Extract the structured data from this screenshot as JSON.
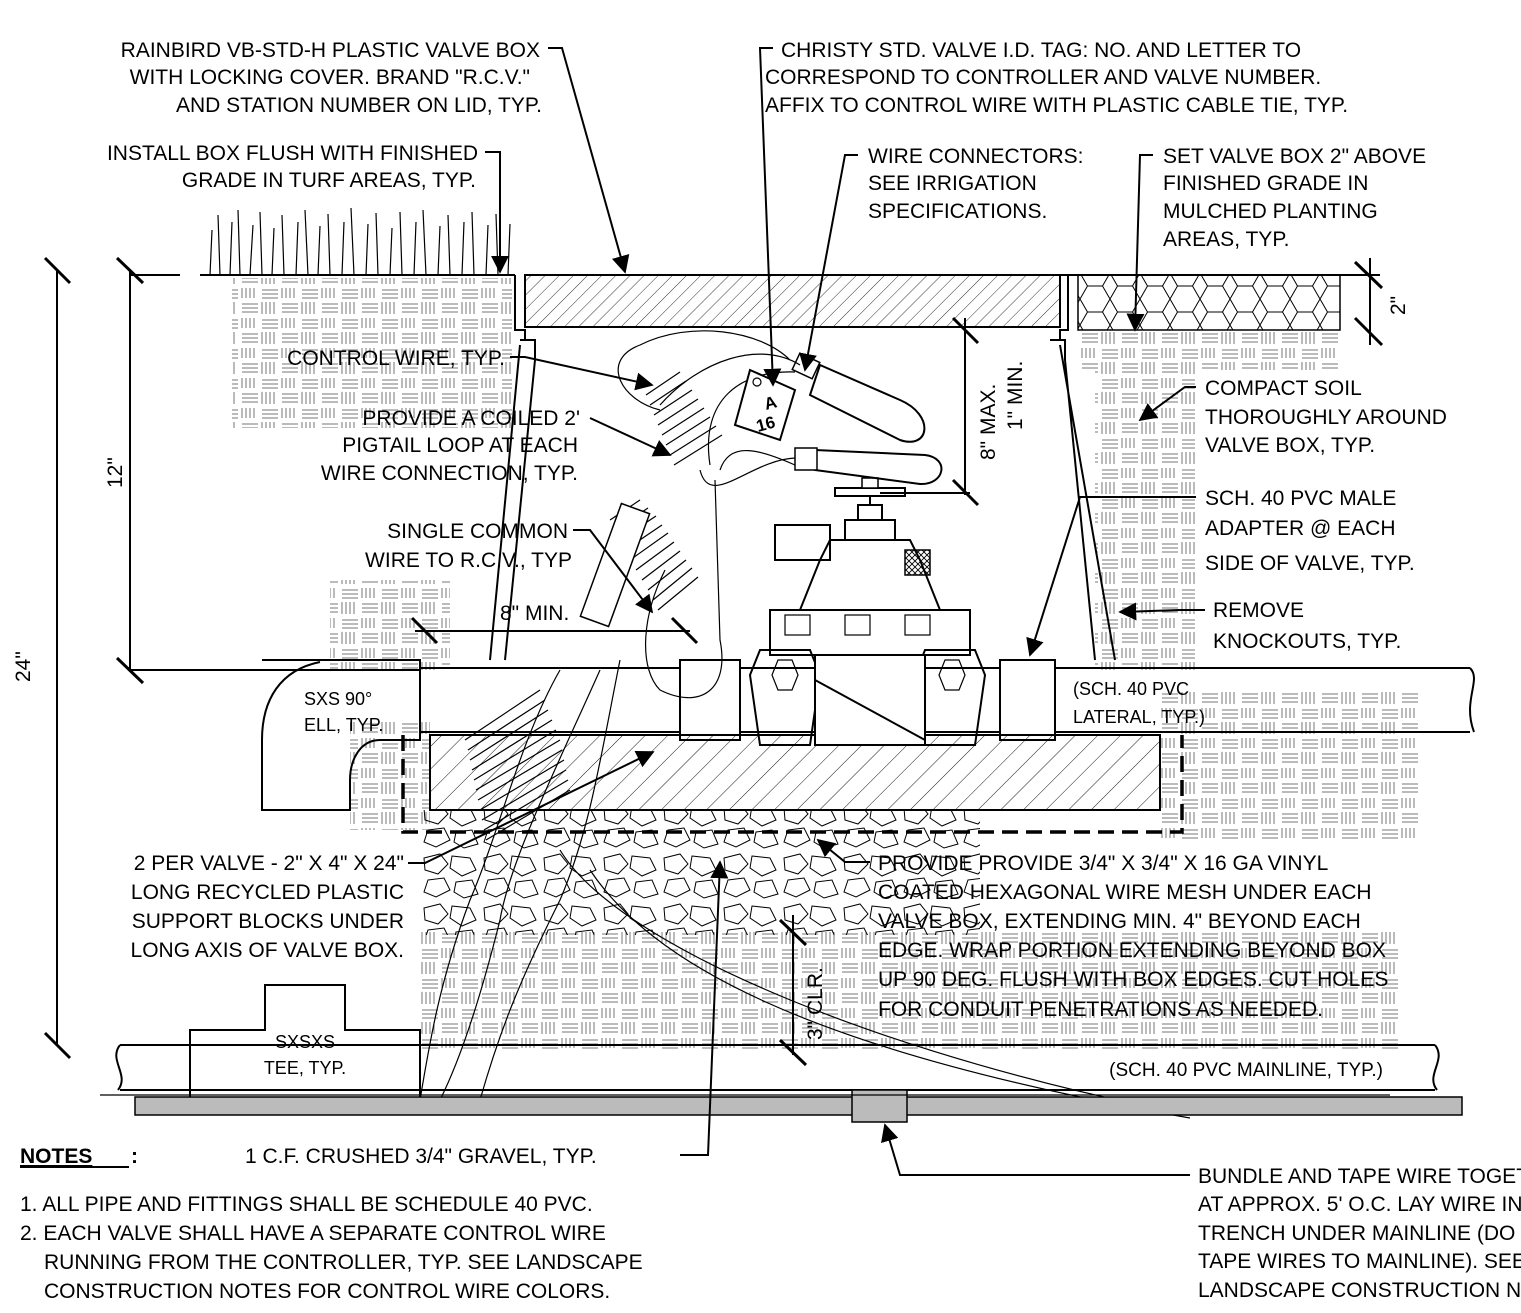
{
  "labels": {
    "valve_box_1": "RAINBIRD VB-STD-H PLASTIC VALVE BOX",
    "valve_box_2": "WITH LOCKING COVER. BRAND \"R.C.V.\"",
    "valve_box_3": "AND STATION NUMBER ON LID, TYP.",
    "tag_1": "CHRISTY STD. VALVE I.D. TAG: NO. AND LETTER TO",
    "tag_2": "CORRESPOND TO CONTROLLER AND VALVE NUMBER.",
    "tag_3": "AFFIX TO CONTROL WIRE WITH PLASTIC CABLE TIE, TYP.",
    "flush_1": "INSTALL BOX FLUSH WITH FINISHED",
    "flush_2": "GRADE IN TURF AREAS, TYP.",
    "connectors_1": "WIRE CONNECTORS:",
    "connectors_2": "SEE IRRIGATION",
    "connectors_3": "SPECIFICATIONS.",
    "set_1": "SET VALVE BOX 2\" ABOVE",
    "set_2": "FINISHED GRADE IN",
    "set_3": "MULCHED PLANTING",
    "set_4": "AREAS, TYP.",
    "control_wire": "CONTROL WIRE, TYP.",
    "pigtail_1": "PROVIDE A COILED 2'",
    "pigtail_2": "PIGTAIL LOOP AT EACH",
    "pigtail_3": "WIRE CONNECTION, TYP.",
    "common_1": "SINGLE COMMON",
    "common_2": "WIRE TO R.C.V., TYP",
    "compact_1": "COMPACT SOIL",
    "compact_2": "THOROUGHLY AROUND",
    "compact_3": "VALVE BOX, TYP.",
    "adapter_1": "SCH. 40 PVC MALE",
    "adapter_2": "ADAPTER @ EACH",
    "adapter_3": "SIDE OF VALVE, TYP.",
    "knock_1": "REMOVE",
    "knock_2": "KNOCKOUTS, TYP.",
    "ell_1": "SXS 90°",
    "ell_2": "ELL, TYP.",
    "lateral_1": "(SCH. 40 PVC",
    "lateral_2": "LATERAL, TYP.)",
    "blocks_1": "2 PER VALVE - 2\" X 4\" X 24\"",
    "blocks_2": "LONG RECYCLED PLASTIC",
    "blocks_3": "SUPPORT BLOCKS UNDER",
    "blocks_4": "LONG AXIS OF VALVE BOX.",
    "mesh_1": "PROVIDE PROVIDE  3/4\" X 3/4\" X 16 GA VINYL",
    "mesh_2": "COATED HEXAGONAL WIRE MESH UNDER EACH",
    "mesh_3": "VALVE BOX, EXTENDING MIN. 4\" BEYOND EACH",
    "mesh_4": "EDGE. WRAP PORTION EXTENDING BEYOND BOX",
    "mesh_5": "UP 90 DEG. FLUSH WITH BOX EDGES. CUT HOLES",
    "mesh_6": "FOR CONDUIT PENETRATIONS AS NEEDED.",
    "tee_1": "SXSXS",
    "tee_2": "TEE, TYP.",
    "mainline": "(SCH. 40 PVC MAINLINE, TYP.)",
    "gravel": "1 C.F. CRUSHED 3/4\" GRAVEL, TYP.",
    "bundle_1": "BUNDLE AND TAPE WIRE TOGETHER",
    "bundle_2": "AT APPROX. 5' O.C. LAY WIRE IN",
    "bundle_3": "TRENCH UNDER MAINLINE (DO NOT",
    "bundle_4": "TAPE WIRES TO MAINLINE). SEE",
    "bundle_5": "LANDSCAPE CONSTRUCTION NOTES."
  },
  "dimensions": {
    "d24": "24\"",
    "d12": "12\"",
    "d2": "2\"",
    "d8max": "8\" MAX.",
    "d1min": "1\" MIN.",
    "d8min": "8\" MIN.",
    "d3clr": "3\" CLR."
  },
  "tag": {
    "letter": "A",
    "number": "16"
  },
  "notes": {
    "heading": "NOTES",
    "colon": ":",
    "n1": "1.  ALL PIPE AND FITTINGS SHALL BE SCHEDULE 40 PVC.",
    "n2a": "2.  EACH VALVE SHALL HAVE A SEPARATE CONTROL WIRE",
    "n2b": "RUNNING FROM THE CONTROLLER, TYP. SEE LANDSCAPE",
    "n2c": "CONSTRUCTION NOTES FOR CONTROL WIRE COLORS."
  }
}
